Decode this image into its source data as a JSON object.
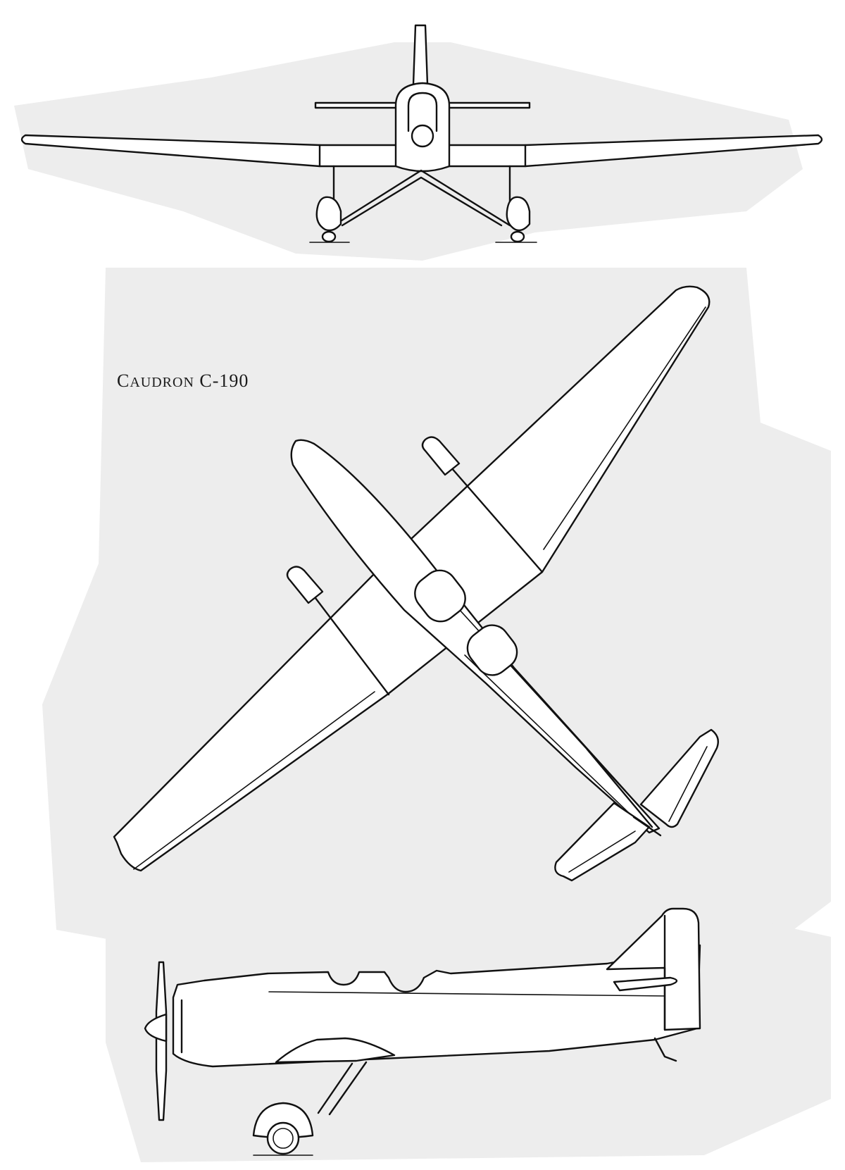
{
  "caption": {
    "initial": "C",
    "rest": "audron",
    "designation": "C-190"
  },
  "views": [
    {
      "name": "front-view"
    },
    {
      "name": "top-view"
    },
    {
      "name": "side-view"
    }
  ],
  "colors": {
    "paper": "#ffffff",
    "shading": "#ededed",
    "ink": "#111111"
  }
}
